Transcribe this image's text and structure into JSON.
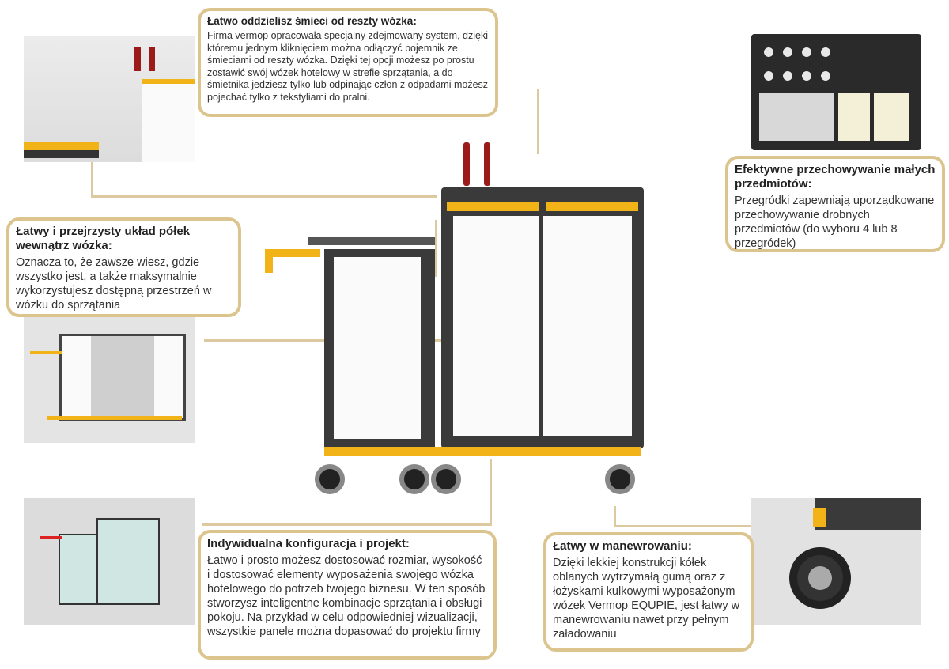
{
  "callouts": [
    {
      "title": "Łatwo oddzielisz śmieci od reszty wózka:",
      "text": "Firma vermop opracowała specjalny zdejmowany system, dzięki któremu jednym kliknięciem można odłączyć pojemnik ze śmieciami od reszty wózka. Dzięki tej opcji możesz  po prostu zostawić swój wózek hotelowy w strefie sprzątania, a do śmietnika jedziesz tylko lub odpinając człon z odpadami możesz pojechać tylko z tekstyliami do pralni."
    },
    {
      "title": "Łatwy i przejrzysty układ półek wewnątrz wózka:",
      "text": "Oznacza to, że zawsze wiesz, gdzie wszystko jest, a także maksymalnie wykorzystujesz dostępną przestrzeń w wózku do sprzątania"
    },
    {
      "title": "Efektywne przechowywanie małych przedmiotów:",
      "text": "Przegródki zapewniają uporządkowane przechowywanie drobnych przedmiotów (do wyboru 4 lub 8 przegródek)"
    },
    {
      "title": "Indywidualna konfiguracja i projekt:",
      "text": "Łatwo i prosto możesz dostosować rozmiar, wysokość i dostosować elementy wyposażenia swojego wózka hotelowego do potrzeb twojego biznesu. W ten sposób stworzysz inteligentne kombinacje sprzątania i obsługi pokoju. Na przykład w celu odpowiedniej wizualizacji, wszystkie panele można dopasować do projektu firmy"
    },
    {
      "title": "Łatwy w manewrowaniu:",
      "text": "Dzięki lekkiej konstrukcji kółek oblanych wytrzymałą gumą oraz z łożyskami kulkowymi wyposażonym wózek Vermop EQUPIE, jest łatwy w manewrowaniu nawet przy pełnym załadowaniu"
    }
  ],
  "colors": {
    "accent": "#f2b318",
    "frame": "#3a3a3a",
    "border": "#dcc48f"
  }
}
